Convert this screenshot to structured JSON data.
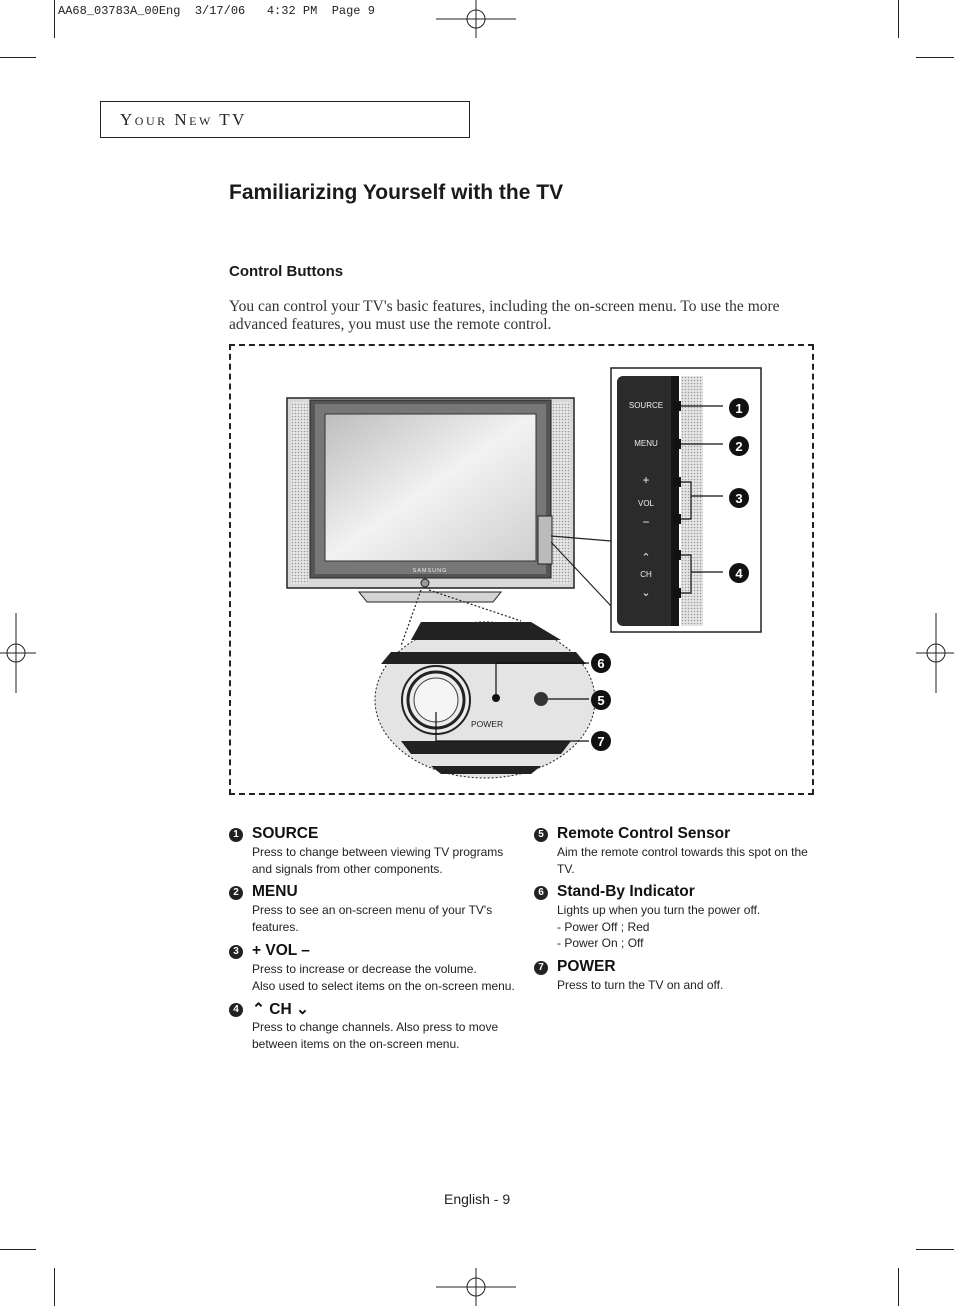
{
  "print_slug": {
    "file": "AA68_03783A_00Eng",
    "date": "3/17/06",
    "time": "4:32 PM",
    "page": "Page 9"
  },
  "section_label": "Your New TV",
  "page_title": "Familiarizing Yourself with the TV",
  "subsection_title": "Control Buttons",
  "intro_text": "You can control your TV's basic features, including the on-screen menu. To use the more advanced features, you must use the remote control.",
  "figure": {
    "tv_brand": "SAMSUNG",
    "panel_labels": {
      "source": "SOURCE",
      "menu": "MENU",
      "vol_plus": "+",
      "vol": "VOL",
      "vol_minus": "−",
      "ch_up": "⌃",
      "ch": "CH",
      "ch_down": "⌄"
    },
    "power_label": "POWER",
    "callouts": [
      "1",
      "2",
      "3",
      "4",
      "5",
      "6",
      "7"
    ]
  },
  "descriptions": [
    {
      "num": "1",
      "title": "SOURCE",
      "body": "Press to change between viewing TV programs\nand signals from other components."
    },
    {
      "num": "2",
      "title": "MENU",
      "body": "Press to see an on-screen menu of your TV's\nfeatures."
    },
    {
      "num": "3",
      "title": "+ VOL –",
      "body": "Press to increase or decrease the volume.\nAlso used to select items on the on-screen menu."
    },
    {
      "num": "4",
      "title": "⌃ CH ⌄",
      "body": "Press to change channels. Also press to move\nbetween items on the on-screen menu."
    },
    {
      "num": "5",
      "title": "Remote Control Sensor",
      "body": "Aim the remote control towards this spot on the\nTV."
    },
    {
      "num": "6",
      "title": "Stand-By Indicator",
      "body": "Lights up when you turn the power off.\n- Power Off ; Red\n- Power On ; Off"
    },
    {
      "num": "7",
      "title": "POWER",
      "body": "Press to turn the TV on and off."
    }
  ],
  "footer": "English - 9"
}
